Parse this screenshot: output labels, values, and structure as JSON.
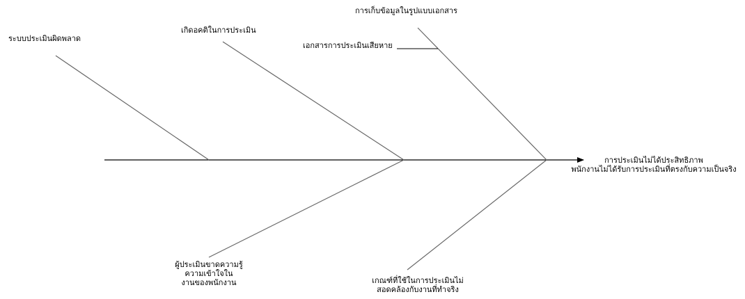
{
  "diagram": {
    "effect": {
      "line1": "การประเมินไม่ได้ประสิทธิภาพ",
      "line2": "พนักงานไม่ได้รับการประเมินที่ตรงกับความเป็นจริง"
    },
    "causes": {
      "evaluation_system_error": "ระบบประเมินผิดพลาด",
      "bias_in_evaluation": "เกิดอคติในการประเมิน",
      "document_storage": "การเก็บข้อมูลในรูปแบบเอกสาร",
      "damaged_documents": "เอกสารการประเมินเสียหาย",
      "evaluator_lacks_knowledge": {
        "line1": "ผู้ประเมินขาดความรู้",
        "line2": "ความเข้าใจใน",
        "line3": "งานของพนักงาน"
      },
      "criteria_mismatch": {
        "line1": "เกณฑ์ที่ใช้ในการประเมินไม่",
        "line2": "สอดคล้องกับงานที่ทำจริง"
      }
    },
    "colors": {
      "spine": "#000000",
      "bone": "#666666",
      "text": "#000000"
    }
  }
}
